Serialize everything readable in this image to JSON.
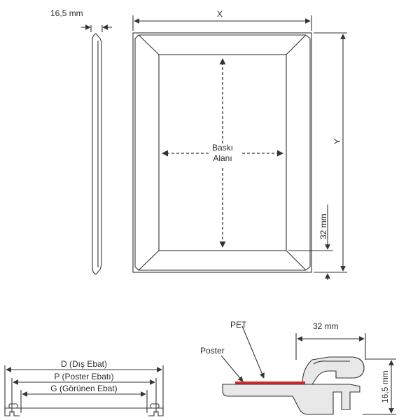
{
  "dimensions": {
    "side_depth": "16,5 mm",
    "width": "X",
    "height": "Y",
    "frame_width": "32 mm",
    "print_area_line1": "Baskı",
    "print_area_line2": "Alanı"
  },
  "section": {
    "pet_label": "PET",
    "poster_label": "Poster",
    "profile_width": "32 mm",
    "profile_height": "16,5 mm"
  },
  "bottom_dims": {
    "outer": "D (Dış Ebat)",
    "poster": "P (Poster Ebatı)",
    "visible": "G (Görünen Ebat)"
  },
  "colors": {
    "line": "#333333",
    "frame_fill": "#ffffff",
    "profile_fill": "#e8e8e8",
    "pet_red": "#d62828"
  }
}
